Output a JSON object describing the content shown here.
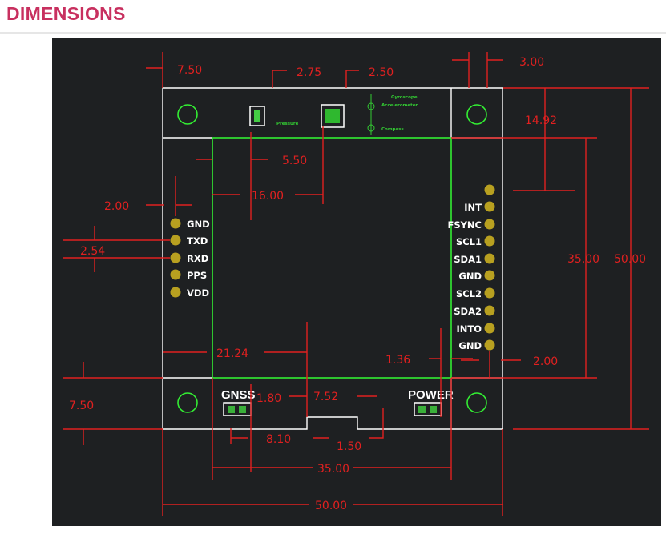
{
  "page": {
    "title": "DIMENSIONS"
  },
  "dimensions": {
    "d_7_50_top": "7.50",
    "d_2_75": "2.75",
    "d_2_50": "2.50",
    "d_3_00": "3.00",
    "d_14_92": "14.92",
    "d_5_50": "5.50",
    "d_2_00_left": "2.00",
    "d_16_00": "16.00",
    "d_2_54": "2.54",
    "d_35_00_right": "35.00",
    "d_50_00_right": "50.00",
    "d_21_24": "21.24",
    "d_1_36": "1.36",
    "d_2_00_right": "2.00",
    "d_7_50_left": "7.50",
    "d_1_80": "1.80",
    "d_7_52": "7.52",
    "d_8_10": "8.10",
    "d_1_50": "1.50",
    "d_35_00_bottom": "35.00",
    "d_50_00_bottom": "50.00"
  },
  "left_pins": [
    "GND",
    "TXD",
    "RXD",
    "PPS",
    "VDD"
  ],
  "right_pins": [
    "",
    "INT",
    "FSYNC",
    "SCL1",
    "SDA1",
    "GND",
    "SCL2",
    "SDA2",
    "INTO",
    "GND"
  ],
  "labels": {
    "gnss": "GNSS",
    "power": "POWER"
  },
  "silkscreen": {
    "gyroscope": "Gyroscope",
    "accelerometer": "Accelerometer",
    "compass": "Compass",
    "pressure": "Pressure"
  },
  "colors": {
    "title": "#c8305f",
    "background": "#1e2022",
    "dimension": "#e02020",
    "outline": "#ffffff",
    "pcb_outline": "#33ee33",
    "pin": "#b8a020"
  }
}
